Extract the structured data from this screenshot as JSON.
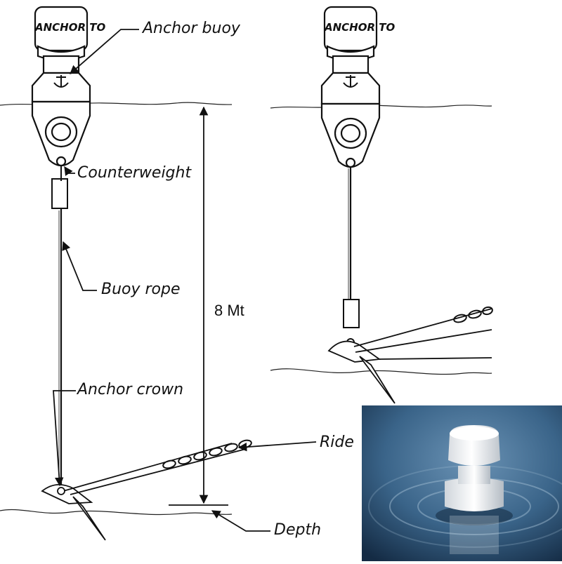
{
  "labels": {
    "anchor_buoy": "Anchor buoy",
    "counterweight": "Counterweight",
    "buoy_rope": "Buoy rope",
    "depth_value": "8 Mt",
    "anchor_crown": "Anchor crown",
    "ride": "Ride",
    "depth": "Depth"
  },
  "buoy_brand": "ANCHOR TO",
  "colors": {
    "ink": "#111111",
    "water_dark": "#163049",
    "water_light": "#4f7ea4",
    "buoy_white": "#f4f6f8"
  }
}
